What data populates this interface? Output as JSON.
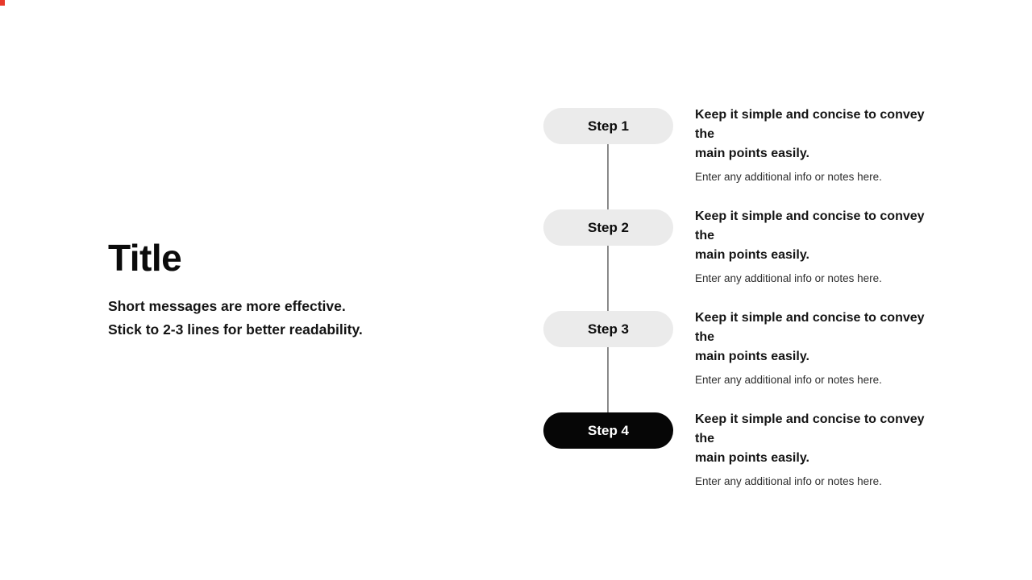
{
  "page": {
    "background_color": "#ffffff",
    "corner_mark_color": "#e8392b"
  },
  "left_panel": {
    "title": "Title",
    "subtitle_line1": "Short messages are more effective.",
    "subtitle_line2": "Stick to 2-3 lines for better readability."
  },
  "timeline": {
    "connector_color": "#8a8a8a",
    "pill_default_color": "#ebebeb",
    "pill_highlight_color": "#060606",
    "steps": [
      {
        "label": "Step 1",
        "description_line1": "Keep it simple and concise to convey the",
        "description_line2": "main points easily.",
        "note": "Enter any additional info or notes here.",
        "highlighted": false
      },
      {
        "label": "Step 2",
        "description_line1": "Keep it simple and concise to convey the",
        "description_line2": "main points easily.",
        "note": "Enter any additional info or notes here.",
        "highlighted": false
      },
      {
        "label": "Step 3",
        "description_line1": "Keep it simple and concise to convey the",
        "description_line2": "main points easily.",
        "note": "Enter any additional info or notes here.",
        "highlighted": false
      },
      {
        "label": "Step 4",
        "description_line1": "Keep it simple and concise to convey the",
        "description_line2": "main points easily.",
        "note": "Enter any additional info or notes here.",
        "highlighted": true
      }
    ]
  }
}
